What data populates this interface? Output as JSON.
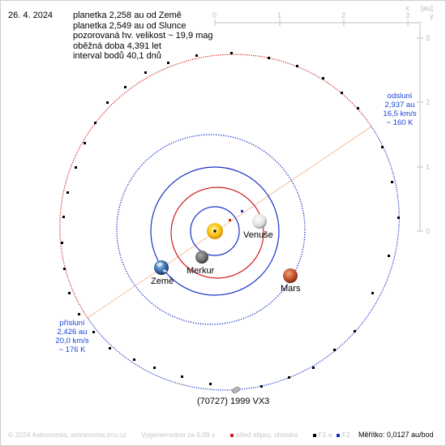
{
  "date": "26. 4. 2024",
  "info_lines": [
    "planetka 2,258 au od Země",
    "planetka 2,549 au od Slunce",
    "pozorovaná hv. velikost ~ 19,9 mag",
    "oběžná doba 4,391 let",
    "interval bodů 40,1 dnů"
  ],
  "perihelion": {
    "title": "přísluní",
    "distance": "2,426 au",
    "speed": "20,0 km/s",
    "temp": "~ 176 K"
  },
  "aphelion": {
    "title": "odsluní",
    "distance": "2,937 au",
    "speed": "16,5 km/s",
    "temp": "~ 160 K"
  },
  "planets": {
    "venus": "Venuše",
    "mercury": "Merkur",
    "earth": "Země",
    "mars": "Mars"
  },
  "asteroid": "(70727) 1999 VX3",
  "axis": {
    "unit": "[au]",
    "x_label": "x",
    "y_label": "y",
    "x_ticks": [
      "0",
      "1",
      "2",
      "3"
    ],
    "y_ticks": [
      "3",
      "2",
      "1",
      "0"
    ]
  },
  "footer": {
    "copyright": "© 2024 Astronomia, astronomia.zcu.cz",
    "generated": "Vygenerováno za 0,09 s",
    "ellipse_legend": "střed elipsy, ohniska",
    "f1_legend": "F1 a",
    "f2_legend": "F2",
    "scale": "Měřítko: 0,0127 au/bod"
  },
  "colors": {
    "red_orbit": "#d01c1c",
    "blue_orbit": "#1830c8",
    "axis": "#c0c0c0",
    "apsis_line": "#f2b18a",
    "text_blue": "#1a44d8"
  },
  "icons": [
    "sun-icon",
    "mercury-icon",
    "venus-icon",
    "earth-icon",
    "mars-icon",
    "asteroid-icon"
  ]
}
